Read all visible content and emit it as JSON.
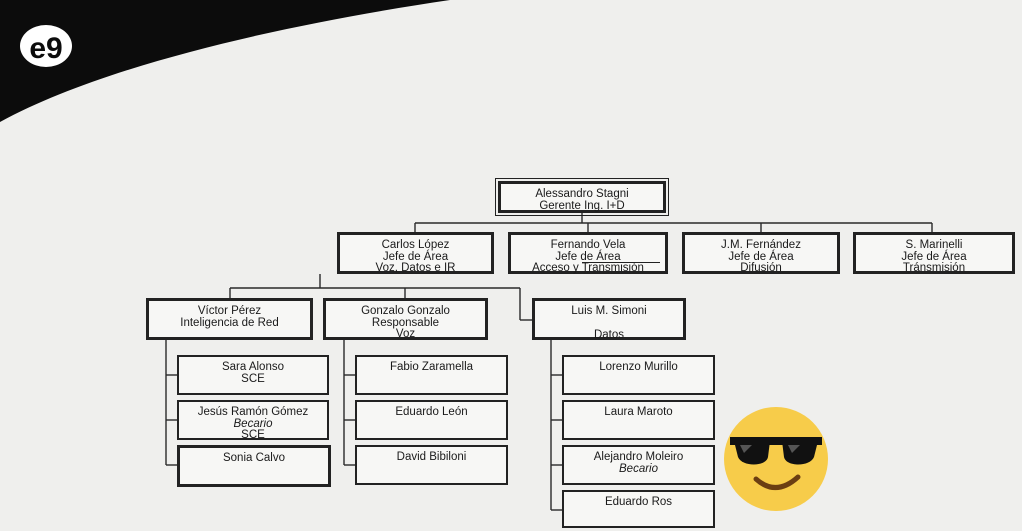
{
  "logo": {
    "text": "e9"
  },
  "root": {
    "name": "Alessandro Stagni",
    "role": "Gerente Ing. I+D"
  },
  "area_heads": [
    {
      "name": "Carlos López",
      "role": "Jefe de Área",
      "area": "Voz, Datos e IR"
    },
    {
      "name": "Fernando Vela",
      "role": "Jefe de Área",
      "area": "Acceso y Transmisión"
    },
    {
      "name": "J.M. Fernández",
      "role": "Jefe de Área",
      "area": "Difusión"
    },
    {
      "name": "S. Marinelli",
      "role": "Jefe de Área",
      "area": "Tránsmisión"
    }
  ],
  "team_leads": [
    {
      "name": "Víctor Pérez",
      "role": "Inteligencia de Red"
    },
    {
      "name": "Gonzalo Gonzalo",
      "role": "Responsable",
      "area": "Voz"
    },
    {
      "name": "Luis M. Simoni",
      "area": "Datos"
    }
  ],
  "team_red": [
    {
      "name": "Sara Alonso",
      "area": "SCE"
    },
    {
      "name": "Jesús Ramón Gómez",
      "note": "Becario",
      "area": "SCE"
    },
    {
      "name": "Sonia Calvo"
    }
  ],
  "team_voz": [
    {
      "name": "Fabio Zaramella"
    },
    {
      "name": "Eduardo León"
    },
    {
      "name": "David Bibiloni"
    }
  ],
  "team_datos": [
    {
      "name": "Lorenzo Murillo"
    },
    {
      "name": "Laura Maroto"
    },
    {
      "name": "Alejandro Moleiro",
      "note": "Becario"
    },
    {
      "name": "Eduardo Ros"
    }
  ],
  "emoji": {
    "icon": "smiling-face-with-sunglasses"
  }
}
